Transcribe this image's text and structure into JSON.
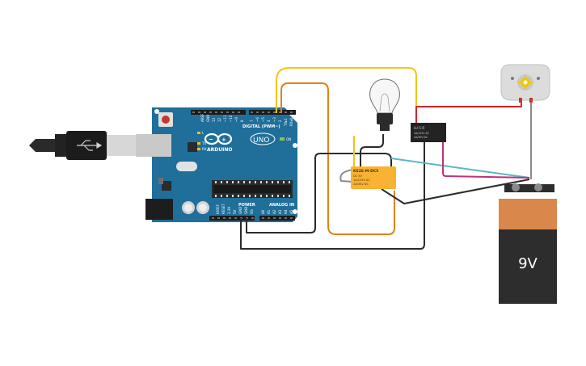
{
  "arduino": {
    "brand": "ARDUINO",
    "model": "UNO",
    "digital_label": "DIGITAL (PWM~)",
    "power_label": "POWER",
    "analog_label": "ANALOG IN",
    "tx_label": "TX",
    "rx_label": "RX",
    "l_label": "L",
    "on_label": "ON",
    "aref_label": "AREF",
    "gnd_label": "GND",
    "ioref_label": "IOREF",
    "reset_label": "RESET",
    "v33_label": "3.3V",
    "v5_label": "5V",
    "vin_label": "Vin",
    "a0": "A0",
    "a1": "A1",
    "a2": "A2",
    "a3": "A3",
    "a4": "A4",
    "a5": "A5",
    "d13": "13",
    "d12": "12",
    "d11": "~11",
    "d10": "~10",
    "d9": "~9",
    "d8": "8",
    "d7": "7",
    "d6": "~6",
    "d5": "~5",
    "d4": "4",
    "d3": "~3",
    "d2": "2",
    "tx1": "TX▸1",
    "rx0": "RX◂0"
  },
  "relay_yellow": {
    "model": "KS2E-M-DC5",
    "line1": "DC 5V",
    "line2": "1A/125V AC",
    "line3": "2A/30V DC"
  },
  "relay_black": {
    "model": "LU-5-R",
    "line1": "1A/125V AC",
    "line2": "2A/30V DC"
  },
  "battery": {
    "label": "9V"
  },
  "colors": {
    "board_blue": "#1f6f9a",
    "wire_yellow": "#f2c418",
    "wire_orange": "#e0811c",
    "wire_dark": "#2b2b2b",
    "wire_red": "#d8232a",
    "wire_magenta": "#c2307a",
    "wire_cyan": "#5ab6c8",
    "wire_gray": "#8a8a8a",
    "battery_orange": "#d9874a",
    "battery_black": "#2d2d2d",
    "relay_yellow": "#f9b233"
  }
}
